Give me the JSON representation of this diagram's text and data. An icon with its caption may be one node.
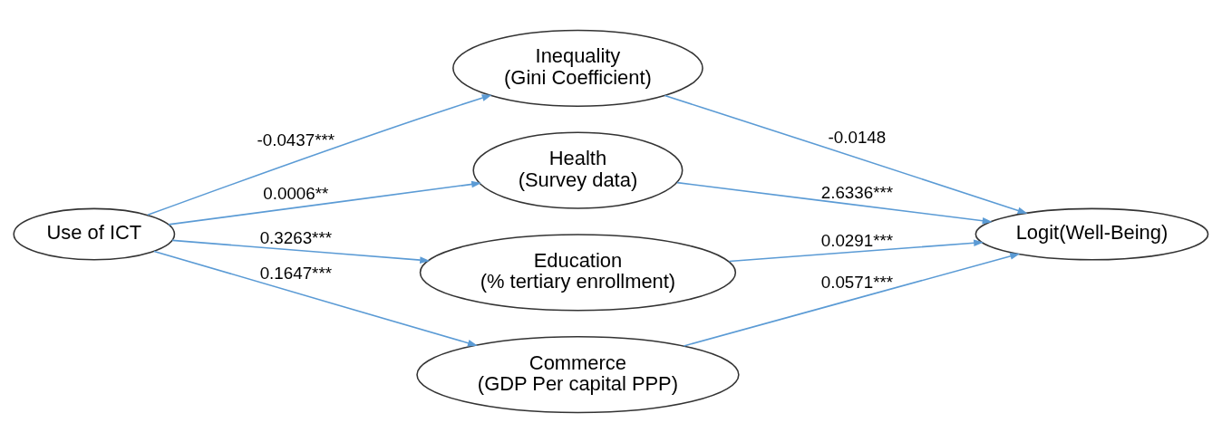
{
  "diagram": {
    "nodes": [
      {
        "text": [
          "Use of ICT"
        ]
      },
      {
        "text": [
          "Inequality",
          "(Gini Coefficient)"
        ]
      },
      {
        "text": [
          "Health",
          "(Survey data)"
        ]
      },
      {
        "text": [
          "Education",
          "(% tertiary enrollment)"
        ]
      },
      {
        "text": [
          "Commerce",
          "(GDP Per capital PPP)"
        ]
      },
      {
        "text": [
          "Logit(Well-Being)"
        ]
      }
    ],
    "edges": [
      {
        "from": 0,
        "to": 1,
        "arrow": "to",
        "label": "-0.0437***"
      },
      {
        "from": 0,
        "to": 2,
        "arrow": "to",
        "label": "0.0006**"
      },
      {
        "from": 0,
        "to": 3,
        "arrow": "to",
        "label": "0.3263***"
      },
      {
        "from": 0,
        "to": 4,
        "arrow": "to",
        "label": "0.1647***"
      },
      {
        "from": 1,
        "to": 5,
        "arrow": "to",
        "label": "-0.0148"
      },
      {
        "from": 2,
        "to": 5,
        "arrow": "to",
        "label": "2.6336***"
      },
      {
        "from": 3,
        "to": 5,
        "arrow": "to",
        "label": "0.0291***"
      },
      {
        "from": 4,
        "to": 5,
        "arrow": "to",
        "label": "0.0571***"
      }
    ]
  }
}
